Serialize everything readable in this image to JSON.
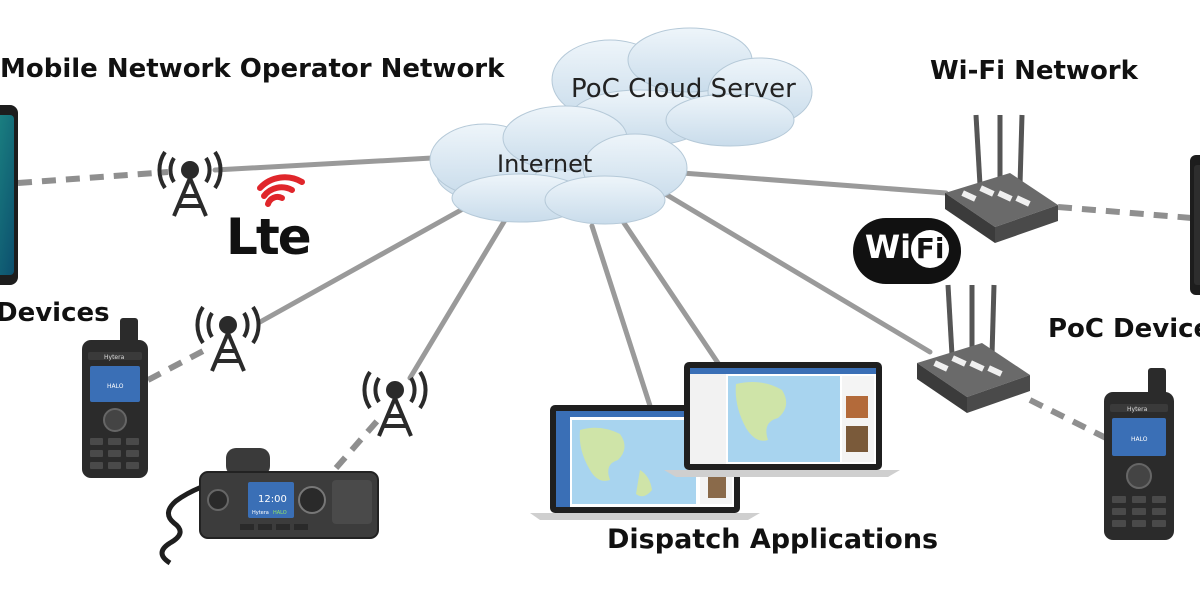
{
  "labels": {
    "mno_network": "Mobile Network Operator Network",
    "wifi_network": "Wi-Fi Network",
    "devices_left": "Devices",
    "poc_devices_right": "PoC Device",
    "dispatch": "Dispatch Applications"
  },
  "clouds": {
    "server": "PoC Cloud Server",
    "internet": "Internet"
  },
  "badges": {
    "lte": "Lte",
    "wifi_prefix": "Wi",
    "wifi_suffix": "Fi"
  },
  "devices": {
    "handheld_brand": "Hytera",
    "handheld_model": "HALO",
    "mobile_radio_time": "12:00",
    "mobile_radio_brand": "Hytera",
    "mobile_radio_model": "HALO"
  },
  "colors": {
    "line": "#9a9a9a",
    "dashed_line": "#8f8f8f",
    "cloud_fill": "#dbe9f3",
    "lte_red": "#e0262b",
    "device_dark": "#2b2b2b",
    "screen_blue": "#3a6fb6",
    "map_water": "#a8d4ef",
    "map_land": "#cfe4a8"
  },
  "icons": [
    "cell-tower-icon",
    "wifi-router-icon",
    "lte-signal-icon",
    "wifi-logo-icon",
    "smartphone-icon",
    "handheld-radio-icon",
    "mobile-radio-icon",
    "laptop-icon"
  ]
}
